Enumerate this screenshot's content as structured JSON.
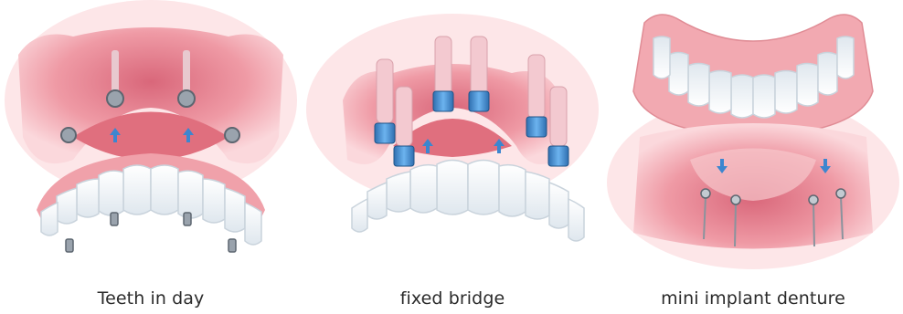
{
  "panels": [
    {
      "caption": "Teeth in day",
      "icon": "all-on-4-implant-icon"
    },
    {
      "caption": "fixed bridge",
      "icon": "implant-bridge-icon"
    },
    {
      "caption": "mini implant denture",
      "icon": "mini-implant-denture-icon"
    }
  ],
  "colors": {
    "gum": "#f3b2b7",
    "gum_dark": "#e08c95",
    "tooth": "#f7fafc",
    "tooth_edge": "#c9d3dc",
    "abutment": "#3f8fd4",
    "arrow": "#3c86cf",
    "caption": "#2b2b2b"
  }
}
